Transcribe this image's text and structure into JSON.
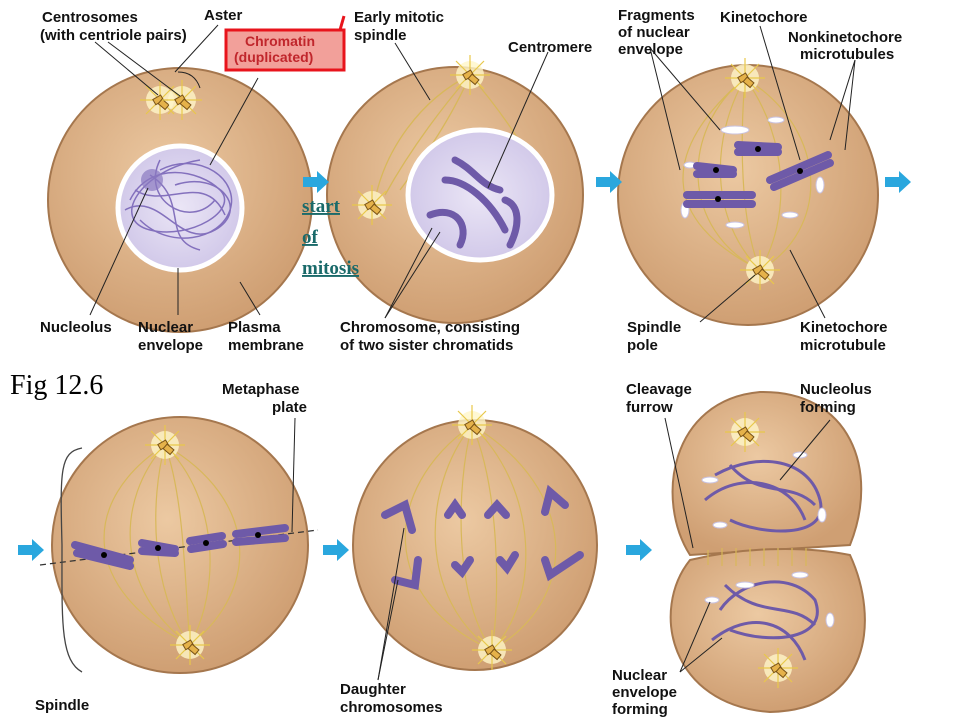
{
  "figure_label": "Fig 12.6",
  "link_text": [
    "start",
    "of",
    "mitosis"
  ],
  "highlight": {
    "line1": "Chromatin",
    "line2": "(duplicated)"
  },
  "labels": {
    "centrosomes_1": "Centrosomes",
    "centrosomes_2": "(with centriole pairs)",
    "aster": "Aster",
    "early_spindle_1": "Early mitotic",
    "early_spindle_2": "spindle",
    "centromere": "Centromere",
    "fragments_1": "Fragments",
    "fragments_2": "of nuclear",
    "fragments_3": "envelope",
    "kinetochore": "Kinetochore",
    "nonkinetochore_1": "Nonkinetochore",
    "nonkinetochore_2": "microtubules",
    "nucleolus": "Nucleolus",
    "nuclear_envelope_1": "Nuclear",
    "nuclear_envelope_2": "envelope",
    "plasma_membrane_1": "Plasma",
    "plasma_membrane_2": "membrane",
    "chromosome_1": "Chromosome, consisting",
    "chromosome_2": "of two sister chromatids",
    "spindle_pole_1": "Spindle",
    "spindle_pole_2": "pole",
    "kinetochore_mt_1": "Kinetochore",
    "kinetochore_mt_2": "microtubule",
    "metaphase_1": "Metaphase",
    "metaphase_2": "plate",
    "cleavage_1": "Cleavage",
    "cleavage_2": "furrow",
    "nucleolus_forming_1": "Nucleolus",
    "nucleolus_forming_2": "forming",
    "spindle": "Spindle",
    "daughter_1": "Daughter",
    "daughter_2": "chromosomes",
    "ne_forming_1": "Nuclear",
    "ne_forming_2": "envelope",
    "ne_forming_3": "forming"
  },
  "colors": {
    "cell": "#dcb289",
    "cell_edge": "#a5774e",
    "nucleus": "#e2ddf0",
    "chromosome": "#7a66b8",
    "spindle_fiber": "#d8b85a",
    "arrow": "#2aa7de",
    "highlight_border": "#e8141c",
    "link": "#1a6a6a"
  },
  "icons": [
    "right-arrow-icon",
    "centrosome-icon"
  ]
}
